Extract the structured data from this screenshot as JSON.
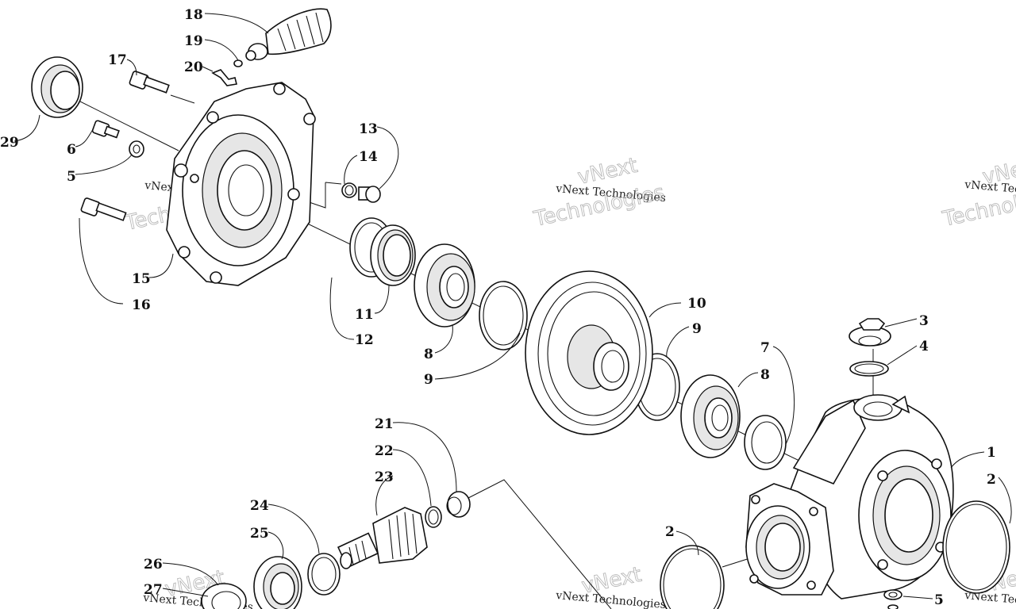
{
  "callouts": {
    "c1": "1",
    "c2a": "2",
    "c2b": "2",
    "c3": "3",
    "c4": "4",
    "c5a": "5",
    "c5b": "5",
    "c6": "6",
    "c7": "7",
    "c8a": "8",
    "c8b": "8",
    "c9a": "9",
    "c9b": "9",
    "c10": "10",
    "c11": "11",
    "c12": "12",
    "c13": "13",
    "c14": "14",
    "c15": "15",
    "c16": "16",
    "c17": "17",
    "c18": "18",
    "c19": "19",
    "c20": "20",
    "c21": "21",
    "c22": "22",
    "c23": "23",
    "c24": "24",
    "c25": "25",
    "c26": "26",
    "c27": "27",
    "c29": "29"
  },
  "watermark": {
    "small_text": "vNext Technologies",
    "big_line1": "vNext",
    "big_line2": "Technologies"
  }
}
